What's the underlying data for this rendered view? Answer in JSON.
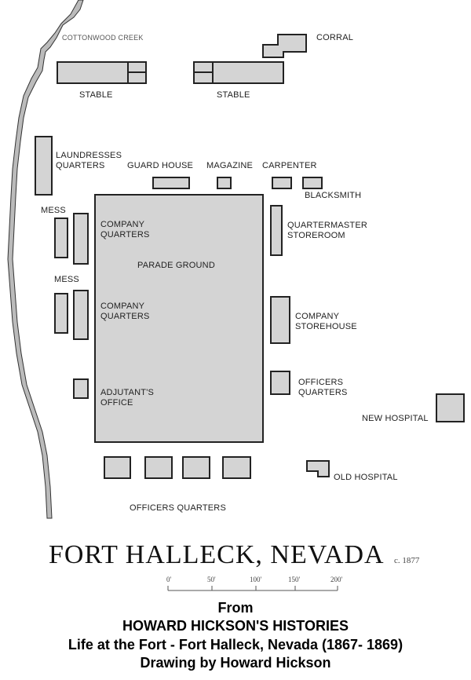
{
  "map": {
    "creek_label": "COTTONWOOD CREEK",
    "labels": {
      "corral": "CORRAL",
      "stable_1": "STABLE",
      "stable_2": "STABLE",
      "laundresses_1": "LAUNDRESSES",
      "laundresses_2": "QUARTERS",
      "guard_house": "GUARD HOUSE",
      "magazine": "MAGAZINE",
      "carpenter": "CARPENTER",
      "blacksmith": "BLACKSMITH",
      "mess_1": "MESS",
      "mess_2": "MESS",
      "company_quarters_1a": "COMPANY",
      "company_quarters_1b": "QUARTERS",
      "parade_ground": "PARADE GROUND",
      "company_quarters_2a": "COMPANY",
      "company_quarters_2b": "QUARTERS",
      "adjutant_a": "ADJUTANT'S",
      "adjutant_b": "OFFICE",
      "qm_a": "QUARTERMASTER",
      "qm_b": "STOREROOM",
      "storehouse_a": "COMPANY",
      "storehouse_b": "STOREHOUSE",
      "officers_right_a": "OFFICERS",
      "officers_right_b": "QUARTERS",
      "new_hospital": "NEW HOSPITAL",
      "old_hospital": "OLD HOSPITAL",
      "officers_bottom": "OFFICERS QUARTERS"
    },
    "title": "FORT HALLECK, NEVADA",
    "date": "c. 1877",
    "scale_ticks": [
      "0'",
      "50'",
      "100'",
      "150'",
      "200'"
    ]
  },
  "credit": {
    "line1": "From",
    "line2": "HOWARD HICKSON'S HISTORIES",
    "line3": "Life at the Fort - Fort Halleck, Nevada (1867- 1869)",
    "line4": "Drawing by Howard Hickson"
  }
}
